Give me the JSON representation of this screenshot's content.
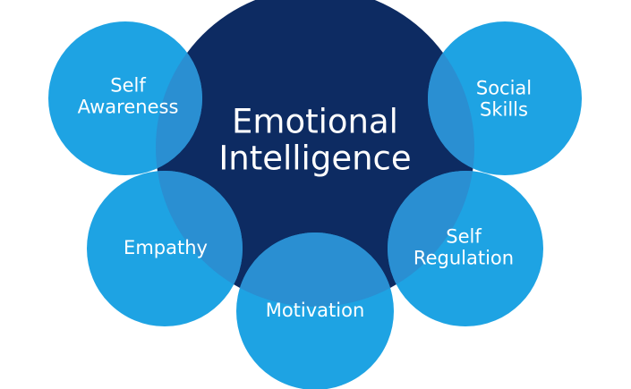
{
  "diagram": {
    "colors": {
      "center_circle": "#0d2b62",
      "satellite_circle": "#1ea3e3",
      "overlap": "#2a8fd2",
      "text": "#ffffff",
      "background": "#ffffff"
    },
    "center": {
      "line1": "Emotional",
      "line2": "Intelligence"
    },
    "nodes": {
      "self_awareness": {
        "line1": "Self",
        "line2": "Awareness"
      },
      "social_skills": {
        "line1": "Social",
        "line2": "Skills"
      },
      "empathy": {
        "line1": "Empathy"
      },
      "self_regulation": {
        "line1": "Self",
        "line2": "Regulation"
      },
      "motivation": {
        "line1": "Motivation"
      }
    }
  }
}
